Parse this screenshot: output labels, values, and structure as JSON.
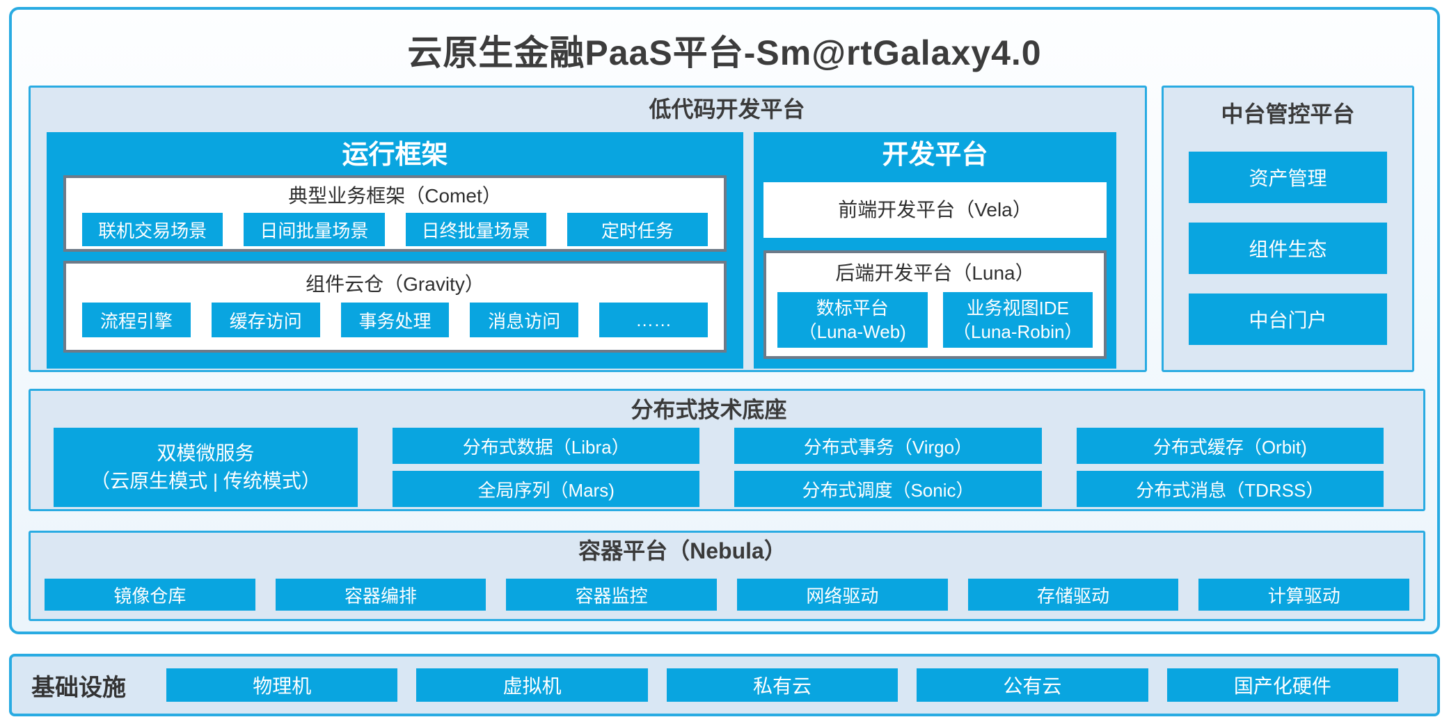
{
  "title": "云原生金融PaaS平台-Sm@rtGalaxy4.0",
  "colors": {
    "accent_border": "#29abe2",
    "blue_fill": "#09a5e0",
    "panel_fill": "#dbe7f3",
    "gray_box_border": "#6e7a88",
    "dark_text": "#3a3a3a",
    "white_text": "#ffffff"
  },
  "low_code": {
    "label": "低代码开发平台",
    "runtime": {
      "title": "运行框架",
      "comet": {
        "title": "典型业务框架（Comet）",
        "items": [
          "联机交易场景",
          "日间批量场景",
          "日终批量场景",
          "定时任务"
        ]
      },
      "gravity": {
        "title": "组件云仓（Gravity）",
        "items": [
          "流程引擎",
          "缓存访问",
          "事务处理",
          "消息访问",
          "……"
        ]
      }
    },
    "dev": {
      "title": "开发平台",
      "vela": "前端开发平台（Vela）",
      "luna": {
        "title": "后端开发平台（Luna）",
        "items": [
          {
            "line1": "数标平台",
            "line2": "（Luna-Web)"
          },
          {
            "line1": "业务视图IDE",
            "line2": "（Luna-Robin）"
          }
        ]
      }
    }
  },
  "mid_platform": {
    "label": "中台管控平台",
    "items": [
      "资产管理",
      "组件生态",
      "中台门户"
    ]
  },
  "distributed": {
    "label": "分布式技术底座",
    "dual_mode": {
      "line1": "双模微服务",
      "line2": "（云原生模式 | 传统模式）"
    },
    "grid": [
      [
        "分布式数据（Libra）",
        "全局序列（Mars)"
      ],
      [
        "分布式事务（Virgo）",
        "分布式调度（Sonic）"
      ],
      [
        "分布式缓存（Orbit)",
        "分布式消息（TDRSS）"
      ]
    ]
  },
  "container_platform": {
    "label": "容器平台（Nebula）",
    "items": [
      "镜像仓库",
      "容器编排",
      "容器监控",
      "网络驱动",
      "存储驱动",
      "计算驱动"
    ]
  },
  "infrastructure": {
    "label": "基础设施",
    "items": [
      "物理机",
      "虚拟机",
      "私有云",
      "公有云",
      "国产化硬件"
    ]
  }
}
